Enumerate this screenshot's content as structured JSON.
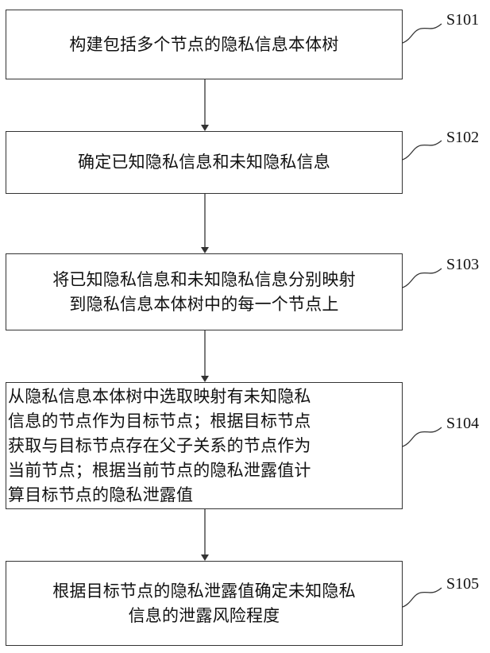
{
  "steps": [
    {
      "id": "S101",
      "label": "S101",
      "text_lines": [
        "构建包括多个节点的隐私信息本体树"
      ]
    },
    {
      "id": "S102",
      "label": "S102",
      "text_lines": [
        "确定已知隐私信息和未知隐私信息"
      ]
    },
    {
      "id": "S103",
      "label": "S103",
      "text_lines": [
        "将已知隐私信息和未知隐私信息分别映射",
        "到隐私信息本体树中的每一个节点上"
      ]
    },
    {
      "id": "S104",
      "label": "S104",
      "text_lines": [
        "从隐私信息本体树中选取映射有未知隐私",
        "信息的节点作为目标节点；根据目标节点",
        "获取与目标节点存在父子关系的节点作为",
        "当前节点；根据当前节点的隐私泄露值计",
        "算目标节点的隐私泄露值"
      ]
    },
    {
      "id": "S105",
      "label": "S105",
      "text_lines": [
        "根据目标节点的隐私泄露值确定未知隐私",
        "信息的泄露风险程度"
      ]
    }
  ],
  "colors": {
    "stroke": "#333333",
    "text": "#111111",
    "background": "#ffffff"
  }
}
